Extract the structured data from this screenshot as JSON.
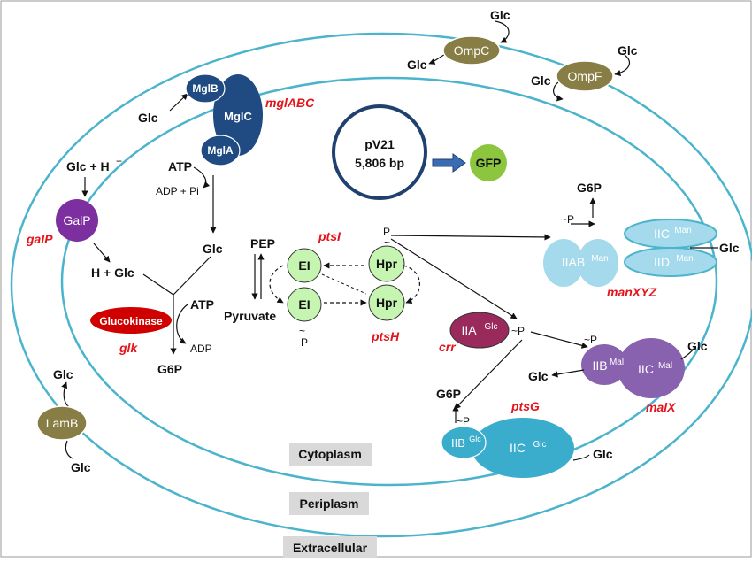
{
  "compartments": {
    "cytoplasm": "Cytoplasm",
    "periplasm": "Periplasm",
    "extracellular": "Extracellular"
  },
  "plasmid": {
    "name": "pV21",
    "size": "5,806 bp",
    "reporter": "GFP"
  },
  "proteins": {
    "ompc": "OmpC",
    "ompf": "OmpF",
    "lamb": "LamB",
    "galp": "GalP",
    "mglb": "MglB",
    "mglc": "MglC",
    "mgla": "MglA",
    "glucokinase": "Glucokinase",
    "ei": "EI",
    "hpr": "Hpr",
    "iia_glc_base": "IIA",
    "iia_glc_sup": "Glc",
    "iic_man_base": "IIC",
    "iic_man_sup": "Man",
    "iid_man_base": "IID",
    "iid_man_sup": "Man",
    "iiab_man_base": "IIAB",
    "iiab_man_sup": "Man",
    "iib_mal_base": "IIB",
    "iib_mal_sup": "Mal",
    "iic_mal_base": "IIC",
    "iic_mal_sup": "Mal",
    "iib_glc_base": "IIB",
    "iib_glc_sup": "Glc",
    "iic_glc_base": "IIC",
    "iic_glc_sup": "Glc"
  },
  "genes": {
    "mglabc": "mglABC",
    "galp": "galP",
    "glk": "glk",
    "ptsi": "ptsI",
    "ptsh": "ptsH",
    "crr": "crr",
    "manxyz": "manXYZ",
    "malx": "malX",
    "ptsg": "ptsG"
  },
  "metabolites": {
    "glc": "Glc",
    "glc_h": "Glc + H",
    "h_glc": "H + Glc",
    "h": "H",
    "plus": "+",
    "atp": "ATP",
    "adp_pi": "ADP + Pi",
    "adp": "ADP",
    "g6p": "G6P",
    "pep": "PEP",
    "pyruvate": "Pyruvate",
    "p": "P",
    "tilde_p": "~P",
    "tilde": "~"
  },
  "colors": {
    "membrane": "#4bb4cc",
    "porin": "#877d45",
    "galp": "#7d2fa0",
    "mgl": "#1f4a82",
    "glucokinase": "#d00000",
    "pts_green": "#c6f5b2",
    "crr": "#9a2a5c",
    "man": "#a5daec",
    "mal": "#8862ae",
    "ptsg": "#3aaccc",
    "gfp": "#8cc63f",
    "plasmid": "#20406f",
    "gene_text": "#e3141b",
    "label_box": "#d9d9d9"
  }
}
